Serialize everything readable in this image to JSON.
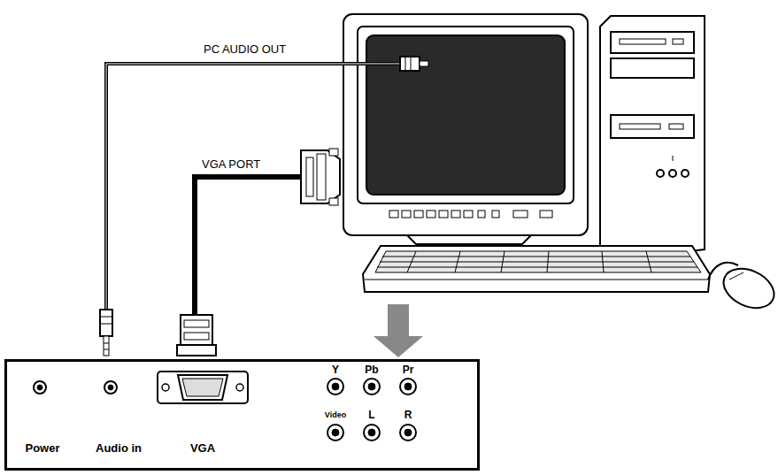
{
  "diagram": {
    "nodes": [
      {
        "text": [
          "Power",
          "Audio in",
          "VGA",
          "Y",
          "Pb",
          "Pr",
          "Video",
          "L",
          "R"
        ]
      }
    ],
    "labels": [
      "PC AUDIO OUT",
      "VGA PORT"
    ]
  }
}
